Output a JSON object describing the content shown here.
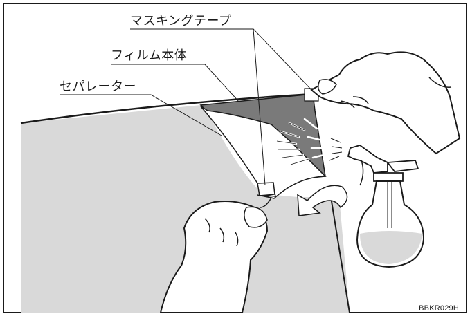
{
  "labels": {
    "masking_tape": "マスキングテープ",
    "film_body": "フィルム本体",
    "separator": "セパレーター"
  },
  "figure_code": "BBKR029H",
  "colors": {
    "frame": "#1a1a1a",
    "glass": "#d9d9d9",
    "film_adhesive_side": "#7a7a7a",
    "separator": "#ffffff",
    "spray_liquid": "#d0d0d0",
    "line": "#1a1a1a"
  },
  "icons": {
    "arrow": "curved-arrow-peel-direction",
    "spray": "spray-bottle",
    "hands": [
      "upper-right-hand",
      "lower-left-hand"
    ]
  }
}
